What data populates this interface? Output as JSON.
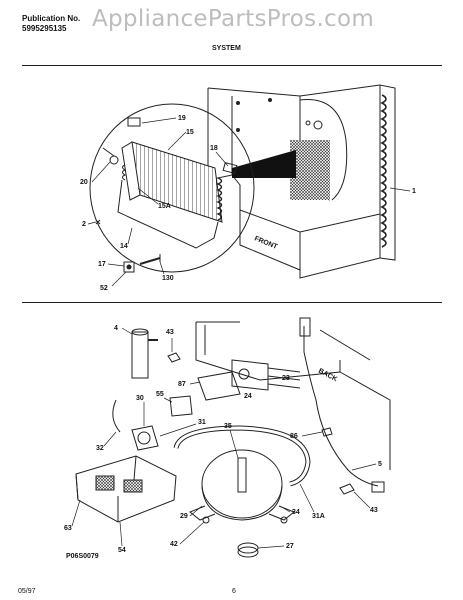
{
  "header": {
    "publication_label": "Publication No.",
    "publication_number": "5995295135",
    "watermark": "AppliancePartsPros.com",
    "section_title": "SYSTEM"
  },
  "diagram_top": {
    "callouts": [
      "19",
      "15",
      "18",
      "20",
      "1",
      "2",
      "15A",
      "14",
      "17",
      "52",
      "130"
    ],
    "front_label": "FRONT"
  },
  "diagram_bottom": {
    "callouts": [
      "4",
      "43",
      "87",
      "23",
      "55",
      "24",
      "30",
      "31",
      "32",
      "35",
      "86",
      "5",
      "63",
      "29",
      "34",
      "31A",
      "42",
      "27",
      "54",
      "43"
    ],
    "back_label": "BACK",
    "figure_code": "P06S0079"
  },
  "footer": {
    "date": "05/97",
    "page": "6"
  },
  "colors": {
    "ink": "#111111",
    "watermark": "#bdbdbd",
    "paper": "#ffffff"
  }
}
